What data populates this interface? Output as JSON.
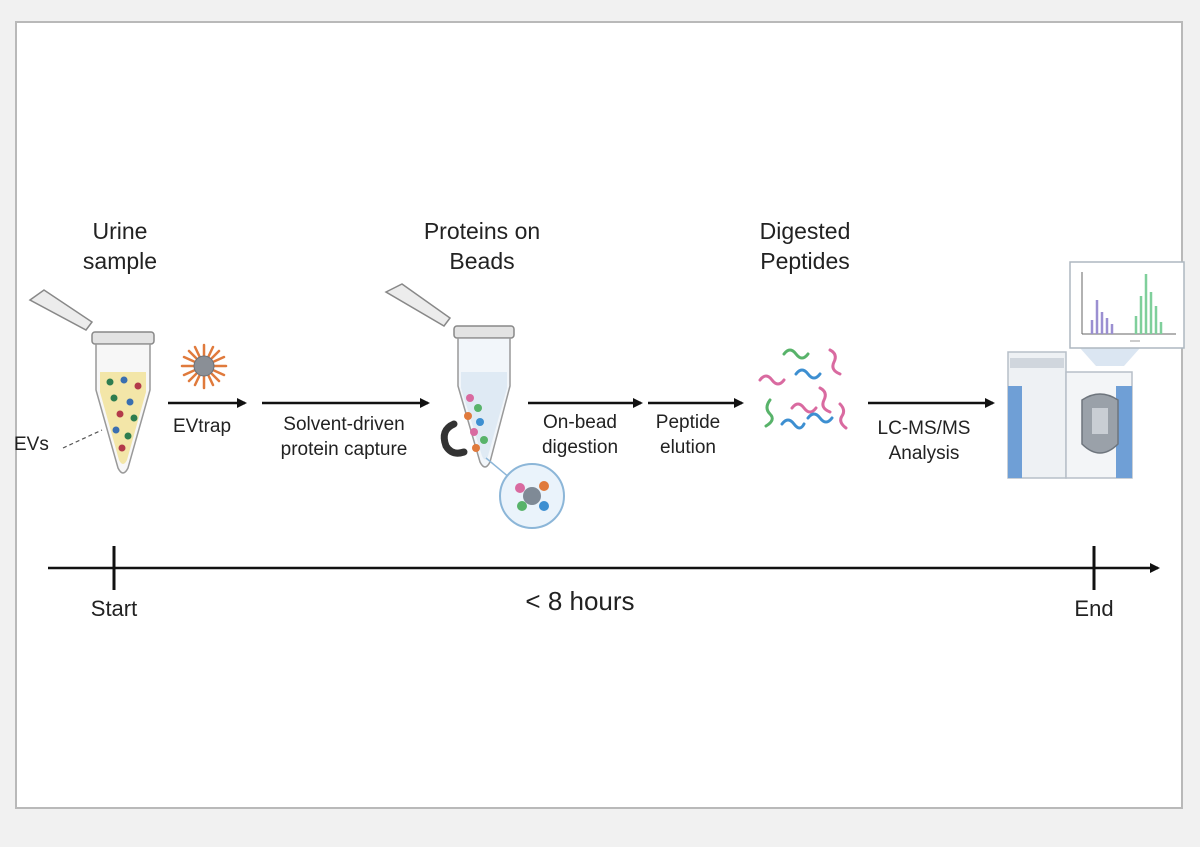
{
  "stages": {
    "urine_sample": {
      "line1": "Urine",
      "line2": "sample"
    },
    "proteins_on_beads": {
      "line1": "Proteins on",
      "line2": "Beads"
    },
    "digested_peptides": {
      "line1": "Digested",
      "line2": "Peptides"
    }
  },
  "labels": {
    "evs": "EVs",
    "evtrap": "EVtrap",
    "solvent_1": "Solvent-driven",
    "solvent_2": "protein capture",
    "onbead_1": "On-bead",
    "onbead_2": "digestion",
    "peptide_1": "Peptide",
    "peptide_2": "elution",
    "lcms_1": "LC-MS/MS",
    "lcms_2": "Analysis"
  },
  "timeline": {
    "start": "Start",
    "duration": "< 8 hours",
    "end": "End"
  },
  "colors": {
    "tube_fill": "#f3e6a8",
    "evtrap_orange": "#e07a3c",
    "peptide_green": "#58b36a",
    "peptide_blue": "#3d8fd1",
    "peptide_pink": "#d96aa0",
    "spectrum_purple": "#9b8fd1",
    "spectrum_green": "#7fcf9b"
  }
}
